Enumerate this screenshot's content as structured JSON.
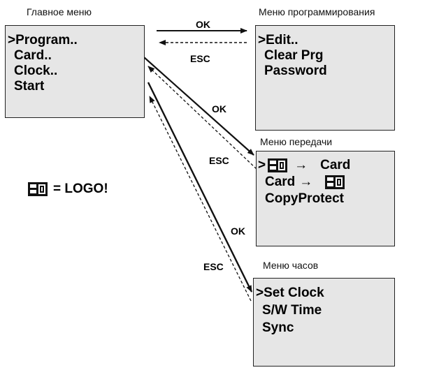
{
  "panels": {
    "main": {
      "caption": "Главное меню",
      "items": [
        ">Program..",
        "Card..",
        "Clock..",
        "Start"
      ]
    },
    "program": {
      "caption": "Меню программирования",
      "items": [
        ">Edit..",
        "Clear Prg",
        "Password"
      ]
    },
    "transfer": {
      "caption": "Меню передачи",
      "items": [
        {
          "prefix": ">",
          "icon": "logo-device-icon",
          "arrow": "→",
          "text": "Card"
        },
        {
          "prefix": "Card",
          "arrow": "→",
          "icon": "logo-device-icon"
        },
        {
          "text": "CopyProtect"
        }
      ]
    },
    "clock": {
      "caption": "Меню часов",
      "items": [
        ">Set Clock",
        "S/W Time",
        "Sync"
      ]
    }
  },
  "transitions": {
    "main_to_program": "OK",
    "program_to_main": "ESC",
    "main_to_transfer": "OK",
    "transfer_to_main": "ESC",
    "main_to_clock": "OK",
    "clock_to_main": "ESC"
  },
  "legend": {
    "icon": "logo-device-icon",
    "text": "= LOGO!"
  }
}
